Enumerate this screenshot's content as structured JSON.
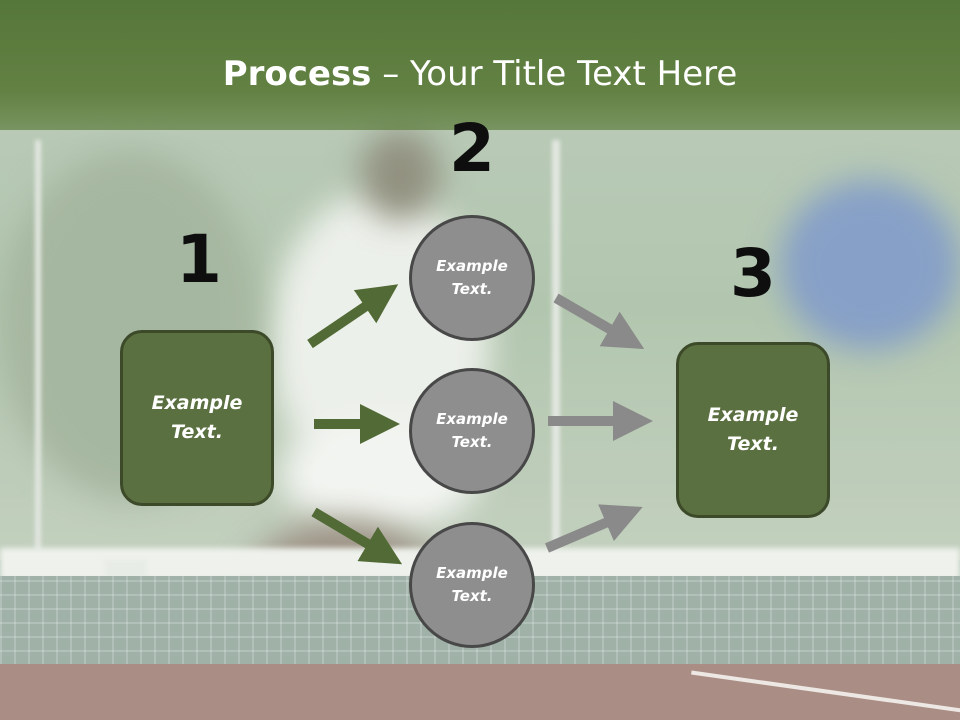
{
  "slide": {
    "title_bold": "Process",
    "title_rest": " – Your Title Text Here"
  },
  "steps": {
    "num1": "1",
    "num2": "2",
    "num3": "3"
  },
  "nodes": {
    "left_box": "Example\nText.",
    "circle_top": "Example\nText.",
    "circle_middle": "Example\nText.",
    "circle_bottom": "Example\nText.",
    "right_box": "Example\nText."
  },
  "colors": {
    "header": "#5f7f40",
    "box_fill": "#5b7040",
    "circle_fill": "#8e8e8e",
    "arrow_green": "#526a35",
    "arrow_gray": "#8a8a8a"
  }
}
